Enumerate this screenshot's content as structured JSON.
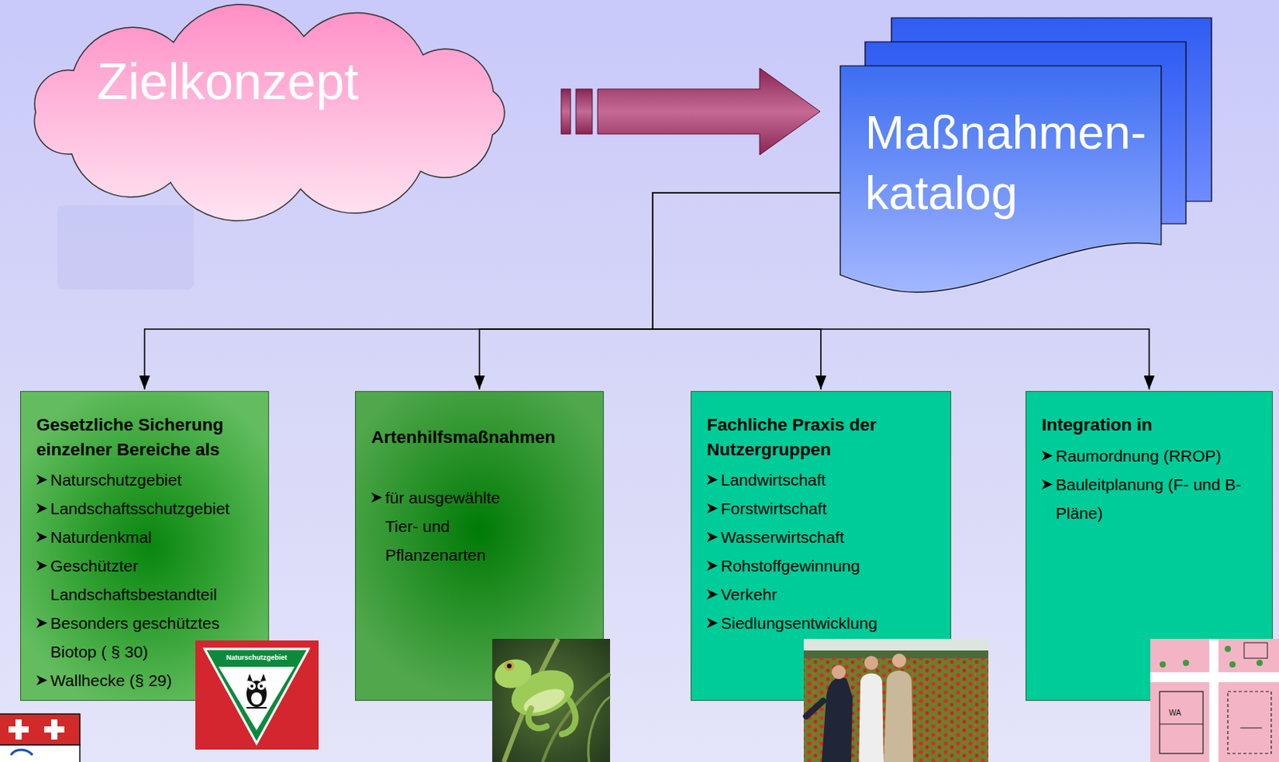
{
  "diagram": {
    "nodes": [
      {
        "text": [
          "Zielkonzept"
        ]
      },
      {
        "text": [
          "Maßnahmen- katalog"
        ]
      },
      {
        "text": [
          "Gesetzliche Sicherung einzelner Bereiche als",
          "Naturschutzgebiet",
          "Landschaftsschutzgebiet",
          "Naturdenkmal",
          "Geschützter Landschaftsbestandteil",
          "Besonders geschütztes Biotop ( § 30)",
          "Wallhecke (§ 29)"
        ]
      },
      {
        "text": [
          "Artenhilfsmaßnahmen",
          "für ausgewählte Tier- und Pflanzenarten"
        ]
      },
      {
        "text": [
          "Fachliche Praxis der Nutzergruppen",
          "Landwirtschaft",
          "Forstwirtschaft",
          "Wasserwirtschaft",
          "Rohstoffgewinnung",
          "Verkehr",
          "Siedlungsentwicklung"
        ]
      },
      {
        "text": [
          "Integration in",
          "Raumordnung (RROP)",
          "Bauleitplanung (F- und B-Pläne)"
        ]
      }
    ],
    "edges": [
      {
        "from": 0,
        "to": 1,
        "arrow": "to"
      },
      {
        "from": 1,
        "to": 2,
        "arrow": "to"
      },
      {
        "from": 1,
        "to": 3,
        "arrow": "to"
      },
      {
        "from": 1,
        "to": 4,
        "arrow": "to"
      },
      {
        "from": 1,
        "to": 5,
        "arrow": "to"
      }
    ],
    "labels": [
      "Naturschutzgebiet",
      "WA"
    ]
  }
}
